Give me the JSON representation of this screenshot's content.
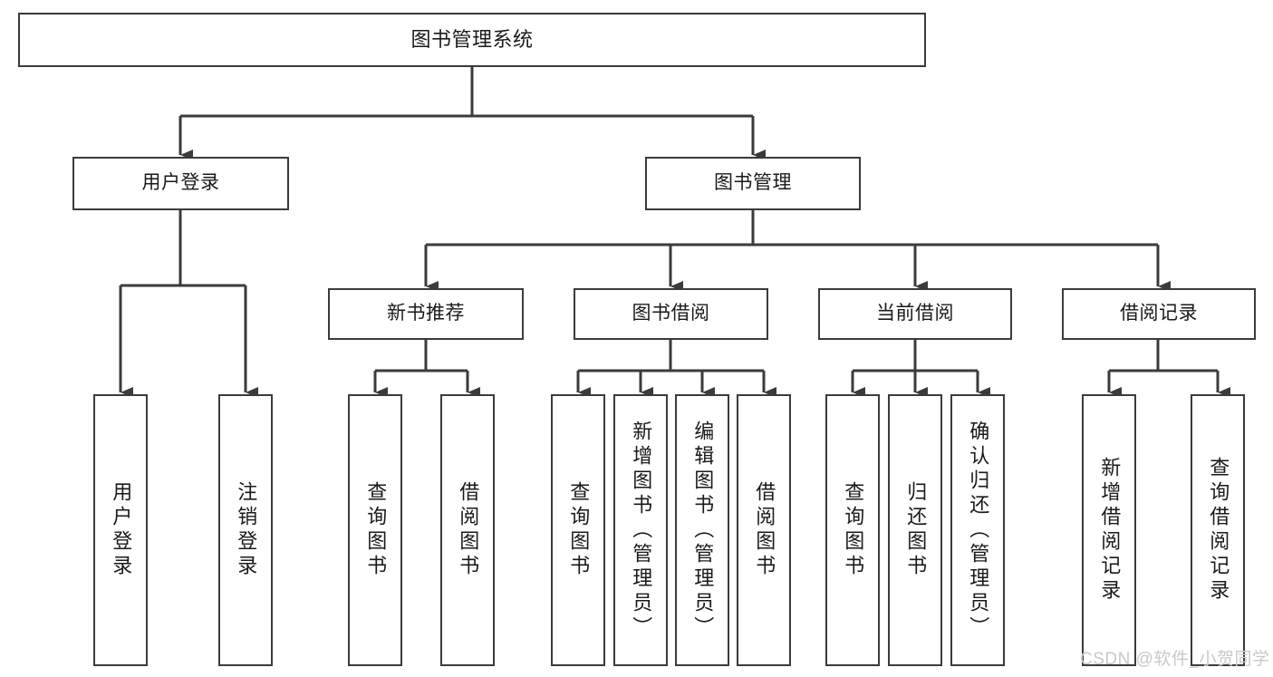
{
  "diagram": {
    "title": "图书管理系统",
    "type": "功能结构图",
    "colors": {
      "box_border": "#3b3b3b",
      "box_fill": "#ffffff",
      "connector": "#3b3b3b",
      "text": "#1a1a1a",
      "watermark": "#c9c9c9",
      "background": "#ffffff"
    }
  },
  "watermark": {
    "text": "CSDN @软件_小贺同学"
  },
  "nodes": {
    "root": {
      "label": "图书管理系统"
    },
    "level1": [
      {
        "label": "用户登录"
      },
      {
        "label": "图书管理"
      }
    ],
    "level2": [
      {
        "label": "新书推荐"
      },
      {
        "label": "图书借阅"
      },
      {
        "label": "当前借阅"
      },
      {
        "label": "借阅记录"
      }
    ],
    "leaves": {
      "user_login": [
        {
          "label": "用户登录"
        },
        {
          "label": "注销登录"
        }
      ],
      "new_book_recommend": [
        {
          "label": "查询图书"
        },
        {
          "label": "借阅图书"
        }
      ],
      "book_borrow": [
        {
          "label": "查询图书"
        },
        {
          "label": "新增图书（管理员）"
        },
        {
          "label": "编辑图书（管理员）"
        },
        {
          "label": "借阅图书"
        }
      ],
      "current_borrow": [
        {
          "label": "查询图书"
        },
        {
          "label": "归还图书"
        },
        {
          "label": "确认归还（管理员）"
        }
      ],
      "borrow_record": [
        {
          "label": "新增借阅记录"
        },
        {
          "label": "查询借阅记录"
        }
      ]
    }
  }
}
